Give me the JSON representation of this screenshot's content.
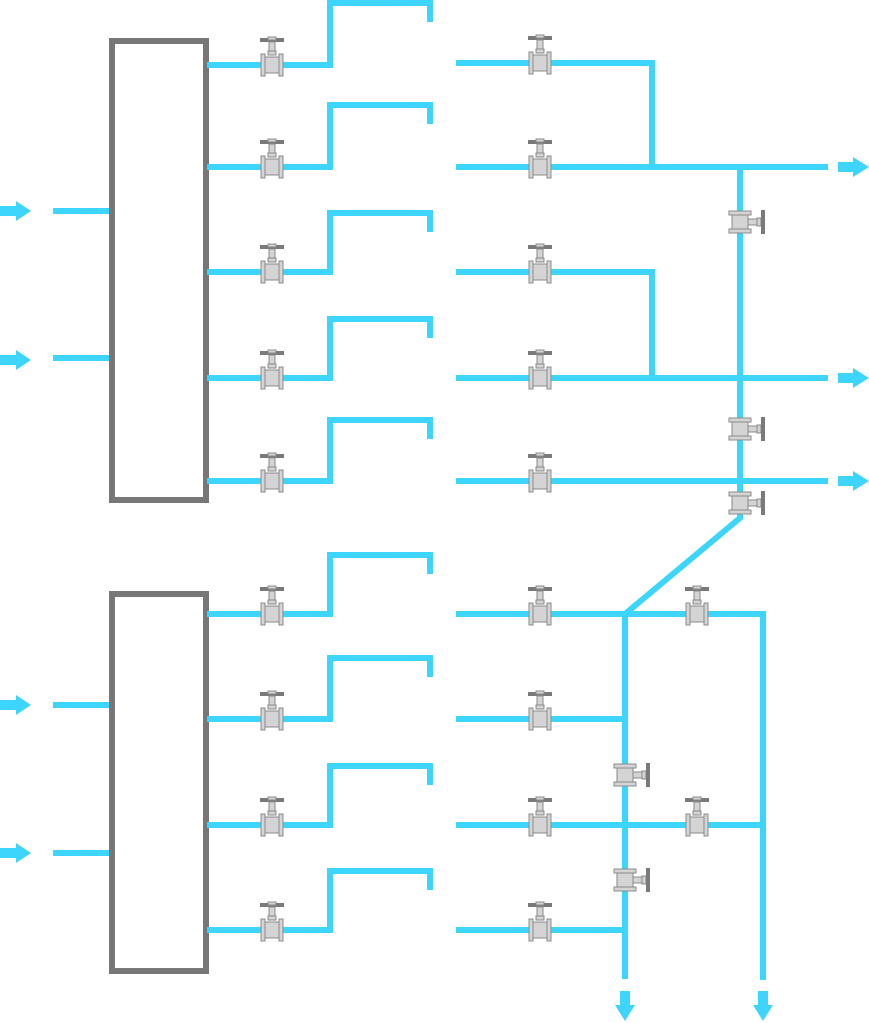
{
  "diagram": {
    "type": "piping-schematic",
    "colors": {
      "pipe": "#3dd5fb",
      "tank_border": "#777777",
      "valve_body": "#d4d4d4",
      "valve_handle": "#7a7a7a",
      "background": "#ffffff"
    },
    "tanks": [
      {
        "id": "tank-1",
        "inlets": 2,
        "outlets": 5
      },
      {
        "id": "tank-2",
        "inlets": 2,
        "outlets": 4
      }
    ],
    "inlet_arrows": 4,
    "outlet_arrows": [
      {
        "direction": "right",
        "count": 3
      },
      {
        "direction": "down",
        "count": 2
      }
    ],
    "valves": {
      "horizontal_line_valves_left": 9,
      "horizontal_line_valves_right": 9,
      "bypass_valves_vertical": 5,
      "branch_valves_horizontal": 2
    },
    "labels": []
  }
}
